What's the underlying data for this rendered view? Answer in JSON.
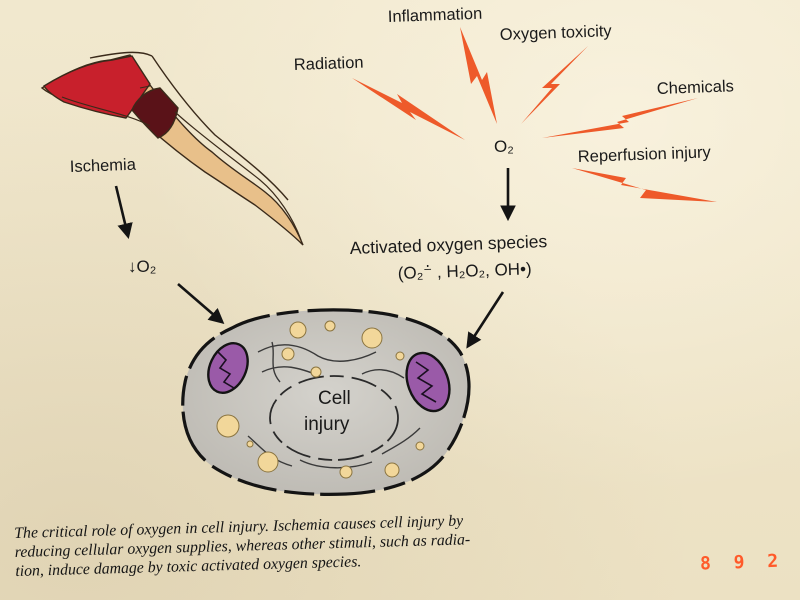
{
  "stimuli": {
    "radiation": "Radiation",
    "inflammation": "Inflammation",
    "oxygen_toxicity": "Oxygen toxicity",
    "chemicals": "Chemicals",
    "reperfusion_injury": "Reperfusion injury"
  },
  "o2_source": "O₂",
  "ischemia": "Ischemia",
  "reduced_o2": "↓O₂",
  "activated_species": {
    "title": "Activated oxygen species",
    "formulas": "(O₂⁻̇ , H₂O₂, OH•)"
  },
  "cell": {
    "line1": "Cell",
    "line2": "injury"
  },
  "caption": [
    "The critical role of oxygen in cell injury. Ischemia causes cell injury by",
    "reducing cellular oxygen supplies, whereas other stimuli, such as radia-",
    "tion, induce damage by toxic activated oxygen species."
  ],
  "colors": {
    "bolt": "#ee5a2a",
    "artery_red": "#c8202c",
    "artery_dark": "#5a1218",
    "artery_pale": "#e8c08a",
    "cell_fill": "#c9c7c1",
    "cell_border": "#141414",
    "mito_fill": "#9a5aa8",
    "droplet": "#f2d79a"
  }
}
